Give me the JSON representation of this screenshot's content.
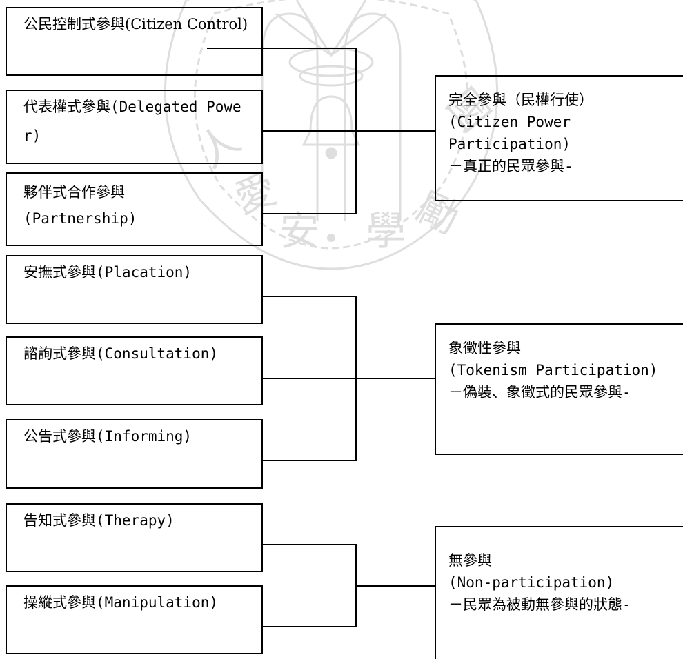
{
  "levels": {
    "citizen_control": "公民控制式參與(Citizen Control)",
    "delegated_power": "代表權式參與(Delegated Power)",
    "partnership_cn": "夥伴式合作參與",
    "partnership_en": "(Partnership)",
    "placation": "安撫式參與(Placation)",
    "consultation": "諮詢式參與(Consultation)",
    "informing": "公告式參與(Informing)",
    "therapy": "告知式參與(Therapy)",
    "manipulation": "操縱式參與(Manipulation)"
  },
  "categories": {
    "citizen_power": {
      "title": "完全參與（民權行使）",
      "english": "(Citizen Power Participation)",
      "desc": "－真正的民眾參與-"
    },
    "tokenism": {
      "title": "象徵性參與",
      "english": "(Tokenism Participation)",
      "desc": "－偽裝、象徵式的民眾參與-"
    },
    "non_participation": {
      "title": "無參與",
      "english": "(Non-participation)",
      "desc": "－民眾為被動無參與的狀態-"
    }
  }
}
